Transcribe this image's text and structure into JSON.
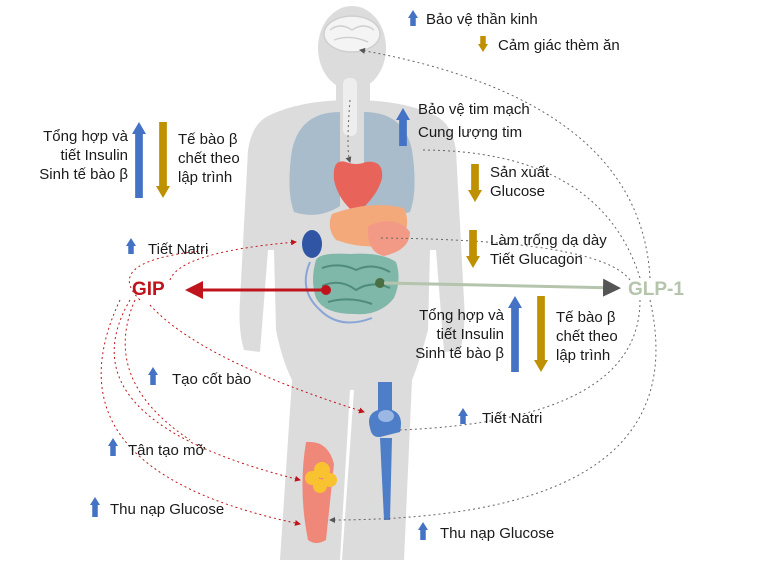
{
  "hormones": {
    "gip": {
      "label": "GIP",
      "color": "#c0141c"
    },
    "glp1": {
      "label": "GLP-1",
      "color": "#b5c4ad"
    }
  },
  "arrow_colors": {
    "increase": "#4472c4",
    "decrease": "#bf9000"
  },
  "body_color": "#dcdcdc",
  "effects": {
    "brain_neuro": {
      "direction": "up",
      "text": "Bảo vệ thần kinh"
    },
    "brain_appetite": {
      "direction": "down",
      "text": "Cảm giác thèm ăn"
    },
    "heart_protect": {
      "direction": "up",
      "text": "Bảo vệ tim mạch"
    },
    "heart_output": {
      "direction": "up",
      "text": "Cung lượng tim"
    },
    "liver_glucose": {
      "direction": "down",
      "text": "Sản xuất\nGlucose"
    },
    "stomach_emptying": {
      "direction": "down",
      "text": "Làm trống dạ dày\nTiết Glucagon"
    },
    "gip_insulin": {
      "direction": "up",
      "text": "Tổng hợp và\ntiết Insulin\nSinh tế bào β"
    },
    "gip_beta_death": {
      "direction": "down",
      "text": "Tế bào β\nchết theo\nlập trình"
    },
    "glp1_insulin": {
      "direction": "up",
      "text": "Tổng hợp và\ntiết Insulin\nSinh tế bào β"
    },
    "glp1_beta_death": {
      "direction": "down",
      "text": "Tế bào β\nchết theo\nlập trình"
    },
    "gip_sodium": {
      "direction": "up",
      "text": "Tiết Natri"
    },
    "glp1_sodium": {
      "direction": "up",
      "text": "Tiết Natri"
    },
    "bone_formation": {
      "direction": "up",
      "text": "Tạo cốt bào"
    },
    "lipogenesis": {
      "direction": "up",
      "text": "Tân tạo mỡ"
    },
    "gip_glucose_uptake": {
      "direction": "up",
      "text": "Thu nạp Glucose"
    },
    "glp1_glucose_uptake": {
      "direction": "up",
      "text": "Thu nạp Glucose"
    }
  }
}
